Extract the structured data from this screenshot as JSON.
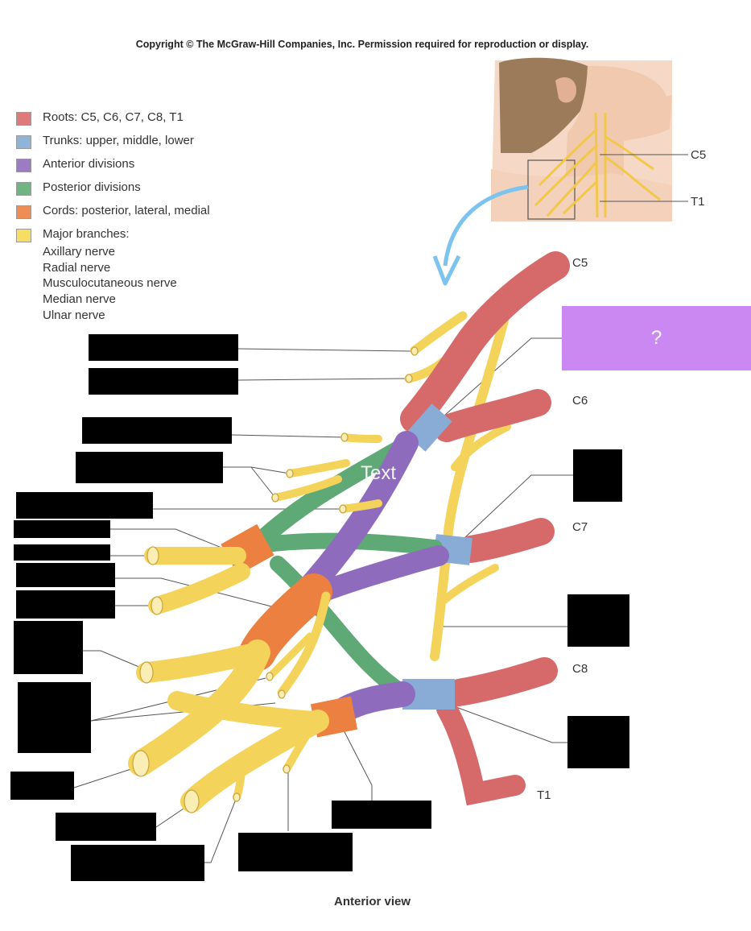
{
  "copyright": "Copyright © The McGraw-Hill Companies, Inc. Permission required for reproduction or display.",
  "legend": {
    "items": [
      {
        "label": "Roots: C5, C6, C7, C8, T1",
        "color": "#de7a7b"
      },
      {
        "label": "Trunks: upper, middle, lower",
        "color": "#8fb3d9"
      },
      {
        "label": "Anterior divisions",
        "color": "#9a7cc0"
      },
      {
        "label": "Posterior divisions",
        "color": "#6fb583"
      },
      {
        "label": "Cords: posterior, lateral, medial",
        "color": "#ee8d56"
      },
      {
        "label": "Major branches:",
        "color": "#f7dd63"
      }
    ],
    "branches": [
      "Axillary nerve",
      "Radial nerve",
      "Musculocutaneous nerve",
      "Median nerve",
      "Ulnar nerve"
    ]
  },
  "spine_labels": {
    "inset_c5": "C5",
    "inset_t1": "T1",
    "c5": "C5",
    "c6": "C6",
    "c7": "C7",
    "c8": "C8",
    "t1": "T1"
  },
  "question_box": "?",
  "overlay_text": "Text",
  "caption": "Anterior view",
  "colors": {
    "root": "#d6696a",
    "trunk": "#89acd6",
    "anterior": "#8f6bbd",
    "posterior": "#5ea975",
    "cord": "#ec8040",
    "branch": "#f4d35a",
    "question_box": "#cc88f2",
    "arrow": "#7cc3ee"
  }
}
